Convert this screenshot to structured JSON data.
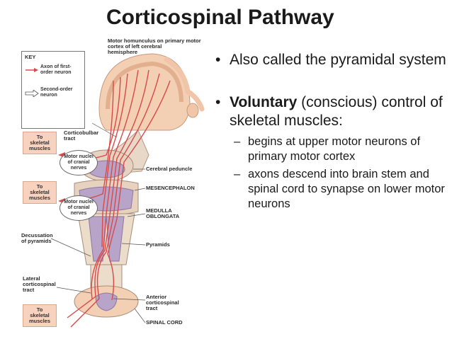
{
  "title": "Corticospinal Pathway",
  "figure": {
    "header_label": "Motor homunculus on primary motor\ncortex of left cerebral\nhemisphere",
    "key": {
      "title": "KEY",
      "first_order": "Axon of first-\norder neuron",
      "second_order": "Second-order\nneuron"
    },
    "muscle_box_label": "To\nskeletal\nmuscles",
    "labels": {
      "corticobulbar": "Corticobulbar\ntract",
      "motor_nuclei": "Motor nuclei\nof cranial\nnerves",
      "cerebral_peduncle": "Cerebral peduncle",
      "mesencephalon": "MESENCEPHALON",
      "medulla": "MEDULLA\nOBLONGATA",
      "decussation": "Decussation\nof pyramids",
      "pyramids": "Pyramids",
      "lateral_tract": "Lateral\ncorticospinal\ntract",
      "anterior_tract": "Anterior\ncorticospinal\ntract",
      "spinal_cord": "SPINAL CORD"
    },
    "colors": {
      "axon": "#d84a4a",
      "brain": "#f3cfb4",
      "stem": "#b8a4c9",
      "box": "#f7d2bf"
    }
  },
  "bullets": [
    {
      "bold": "",
      "text": "Also called the pyramidal system",
      "sub": []
    },
    {
      "bold": "Voluntary",
      "text": " (conscious) control of skeletal muscles:",
      "sub": [
        "begins at upper motor neurons of primary motor cortex",
        "axons descend into brain stem and spinal cord to synapse on lower motor neurons"
      ]
    }
  ]
}
